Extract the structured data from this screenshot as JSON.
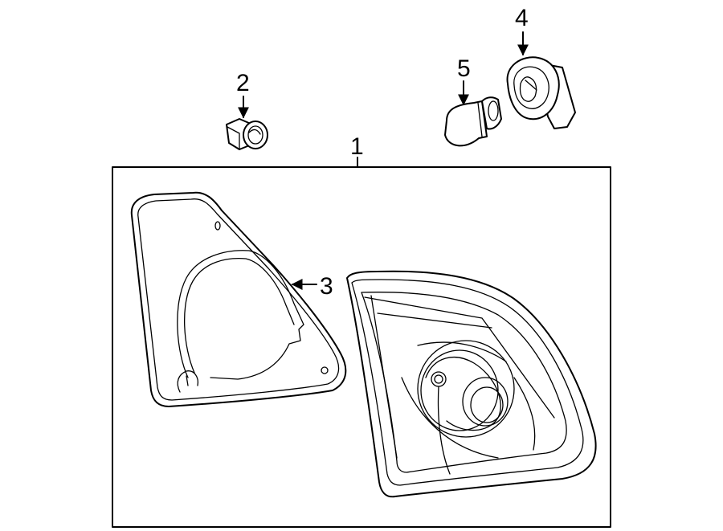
{
  "diagram": {
    "callouts": {
      "assembly": "1",
      "nut": "2",
      "gasket": "3",
      "socket": "4",
      "bulb": "5"
    }
  }
}
